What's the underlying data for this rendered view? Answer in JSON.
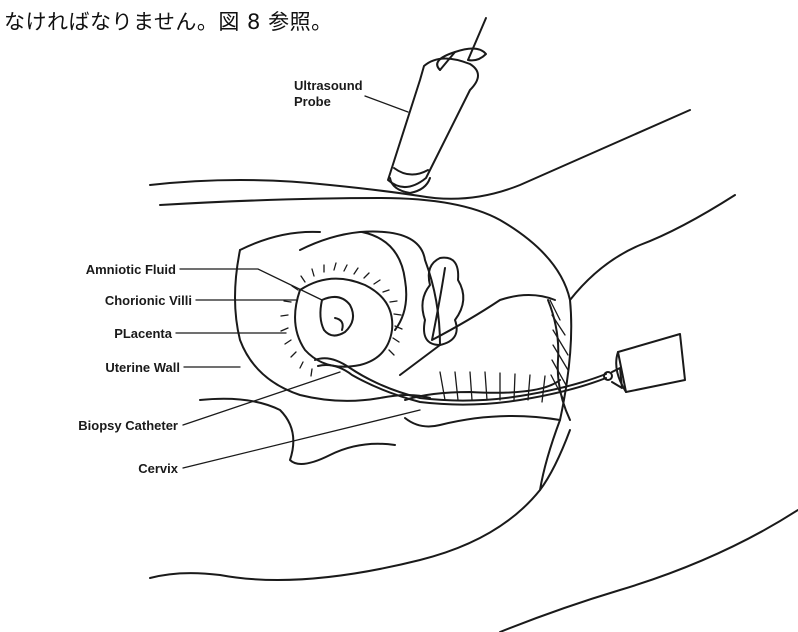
{
  "caption": "なければなりません。図 8 参照。",
  "labels": {
    "probe_line1": "Ultrasound",
    "probe_line2": "Probe",
    "amniotic_fluid": "Amniotic Fluid",
    "chorionic_villi": "Chorionic Villi",
    "placenta": "PLacenta",
    "uterine_wall": "Uterine Wall",
    "biopsy_catheter": "Biopsy Catheter",
    "cervix": "Cervix"
  }
}
